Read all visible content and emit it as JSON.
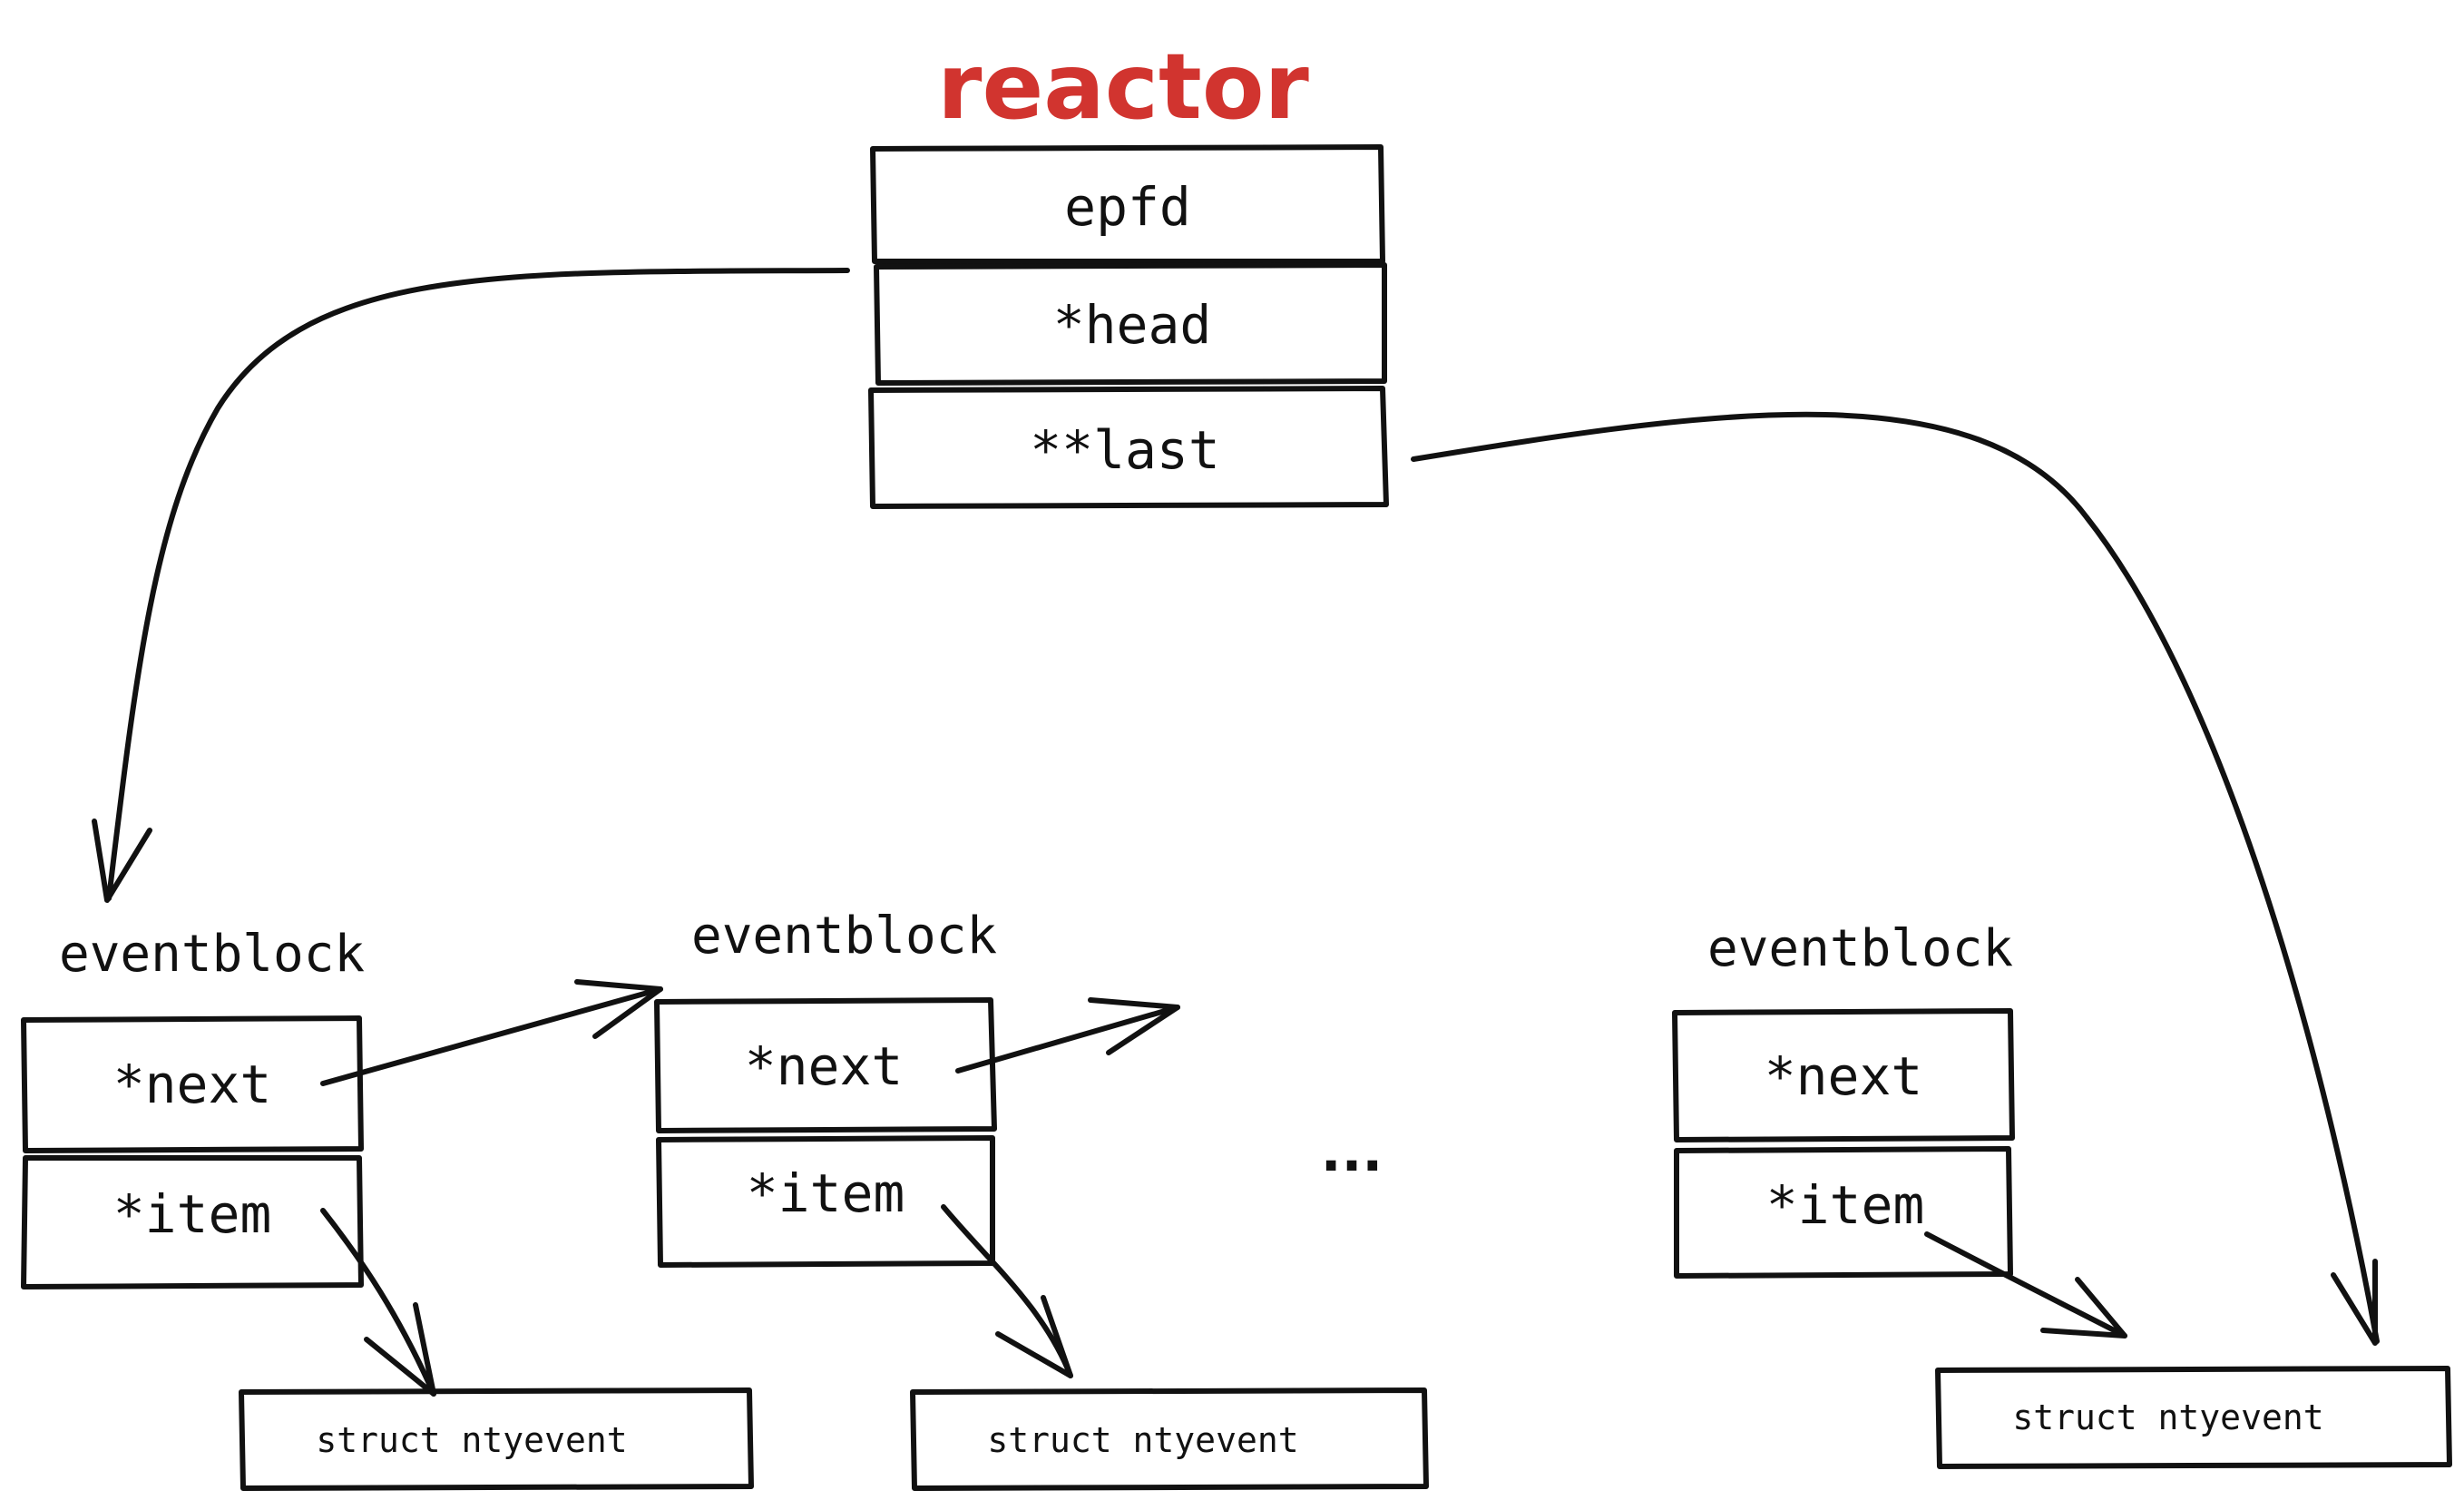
{
  "colors": {
    "title": "#d1342f",
    "ink": "#111111"
  },
  "reactor": {
    "title": "reactor",
    "fields": [
      "epfd",
      "*head",
      "**last"
    ]
  },
  "blocks": [
    {
      "label": "eventblock",
      "next": "*next",
      "item": "*item",
      "struct": "struct ntyevent"
    },
    {
      "label": "eventblock",
      "next": "*next",
      "item": "*item",
      "struct": "struct ntyevent"
    },
    {
      "label": "eventblock",
      "next": "*next",
      "item": "*item",
      "struct": "struct ntyevent"
    }
  ],
  "ellipsis": "..."
}
